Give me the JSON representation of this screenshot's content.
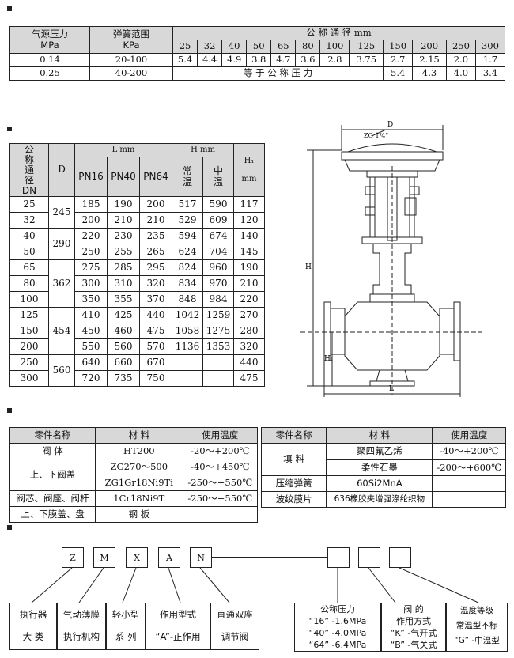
{
  "table1": {
    "h_air": "气源压力",
    "h_air_unit": "MPa",
    "h_spring": "弹簧范围",
    "h_spring_unit": "KPa",
    "h_dn": "公 称 通 径 mm",
    "dn": [
      "25",
      "32",
      "40",
      "50",
      "65",
      "80",
      "100",
      "125",
      "150",
      "200",
      "250",
      "300"
    ],
    "row1": {
      "air": "0.14",
      "spring": "20-100",
      "vals": [
        "5.4",
        "4.4",
        "4.9",
        "3.8",
        "4.7",
        "3.6",
        "2.8",
        "3.75",
        "2.7",
        "2.15",
        "2.0",
        "1.7"
      ]
    },
    "row2": {
      "air": "0.25",
      "spring": "40-200",
      "equal": "等 于 公 称 压 力",
      "vals": [
        "5.4",
        "4.3",
        "4.0",
        "3.4"
      ]
    }
  },
  "table2": {
    "h_dn": "公称通径DN",
    "h_d": "D",
    "h_l": "L mm",
    "h_h": "H mm",
    "h_h1": "H₁",
    "h_h1_unit": "mm",
    "pn": [
      "PN16",
      "PN40",
      "PN64"
    ],
    "temp_normal": "常温",
    "temp_mid": "中温",
    "rows": [
      [
        "25",
        "185",
        "190",
        "200",
        "517",
        "590",
        "117"
      ],
      [
        "32",
        "200",
        "210",
        "210",
        "529",
        "609",
        "120"
      ],
      [
        "40",
        "220",
        "230",
        "235",
        "594",
        "674",
        "140"
      ],
      [
        "50",
        "250",
        "255",
        "265",
        "624",
        "704",
        "145"
      ],
      [
        "65",
        "275",
        "285",
        "295",
        "824",
        "960",
        "190"
      ],
      [
        "80",
        "300",
        "310",
        "320",
        "834",
        "970",
        "210"
      ],
      [
        "100",
        "350",
        "355",
        "370",
        "848",
        "984",
        "220"
      ],
      [
        "125",
        "410",
        "425",
        "440",
        "1042",
        "1259",
        "270"
      ],
      [
        "150",
        "450",
        "460",
        "475",
        "1058",
        "1275",
        "280"
      ],
      [
        "200",
        "550",
        "560",
        "570",
        "1136",
        "1353",
        "320"
      ],
      [
        "250",
        "640",
        "660",
        "670",
        "",
        "",
        "440"
      ],
      [
        "300",
        "720",
        "735",
        "750",
        "",
        "",
        "475"
      ]
    ],
    "d_groups": [
      "245",
      "290",
      "362",
      "454",
      "560"
    ]
  },
  "drawing": {
    "label_d": "D",
    "label_zg": "ZG 1/4\"",
    "label_h": "H",
    "label_h1": "H₁",
    "label_l": "L"
  },
  "table3": {
    "h_part": "零件名称",
    "h_mat": "材 料",
    "h_temp": "使用温度",
    "left": {
      "body": "阀 体",
      "bonnet": "上、下阀盖",
      "core": "阀芯、阀座、阀杆",
      "cover": "上、下膜盖、盘",
      "m1": "HT200",
      "t1": "-20～+200℃",
      "m2": "ZG270～500",
      "t2": "-40～+450℃",
      "m3": "ZG1Gr18Ni9Ti",
      "t3": "-250～+550℃",
      "m4": "1Cr18Ni9T",
      "t4": "-250～+550℃",
      "m5": "钢 板"
    },
    "right": {
      "packing": "填 料",
      "m1": "聚四氟乙烯",
      "t1": "-40～+200℃",
      "m2": "柔性石墨",
      "t2": "-200～+600℃",
      "spring": "压缩弹簧",
      "m3": "60Si2MnA",
      "bellows": "波纹膜片",
      "m4": "636橡胶夹增强涤纶织物"
    }
  },
  "model": {
    "codes": [
      "Z",
      "M",
      "X",
      "A",
      "N"
    ],
    "labels": [
      [
        "执行器",
        "大 类"
      ],
      [
        "气动薄膜",
        "执行机构"
      ],
      [
        "轻小型",
        "系 列"
      ],
      [
        "作用型式",
        "“A”-正作用"
      ],
      [
        "直通双座",
        "调节阀"
      ]
    ],
    "pressure": [
      "公称压力",
      "“16” -1.6MPa",
      "“40” -4.0MPa",
      "“64” -6.4MPa"
    ],
    "action": [
      "阀 的",
      "作用方式",
      "“K” -气开式",
      "“B” -气关式"
    ],
    "temp": [
      "温度等级",
      "常温型不标",
      "“G” -中温型"
    ]
  }
}
